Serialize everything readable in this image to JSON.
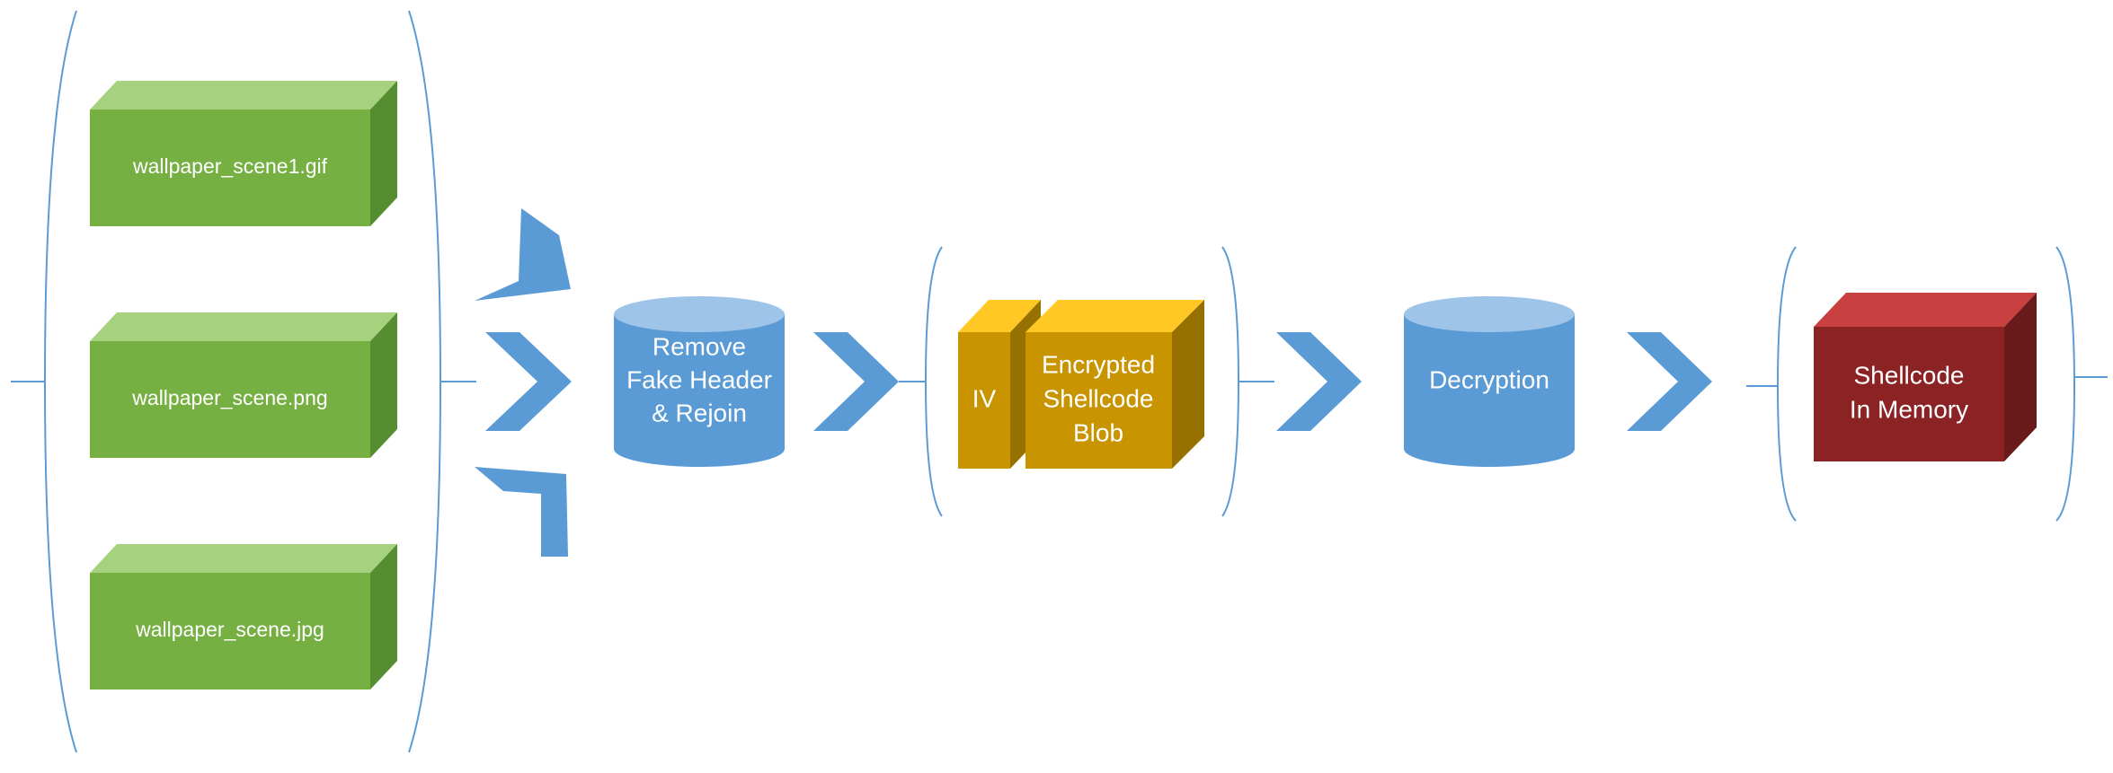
{
  "inputs": {
    "files": [
      "wallpaper_scene1.gif",
      "wallpaper_scene.png",
      "wallpaper_scene.jpg"
    ]
  },
  "steps": {
    "rejoin": [
      "Remove",
      "Fake Header",
      "& Rejoin"
    ],
    "iv": "IV",
    "blob": [
      "Encrypted",
      "Shellcode",
      "Blob"
    ],
    "decrypt": "Decryption",
    "output": [
      "Shellcode",
      "In Memory"
    ]
  },
  "colors": {
    "file_front": "#76b043",
    "file_top": "#a6d17e",
    "file_side": "#548e31",
    "cylinder": "#5b9bd5",
    "cylinder_top": "#9ec4ea",
    "gold_front": "#c89400",
    "gold_top": "#ffc825",
    "gold_side": "#967100",
    "red_front": "#8b2325",
    "red_top": "#c8403f",
    "red_side": "#6a1a1b",
    "arrow": "#5b9bd5"
  }
}
